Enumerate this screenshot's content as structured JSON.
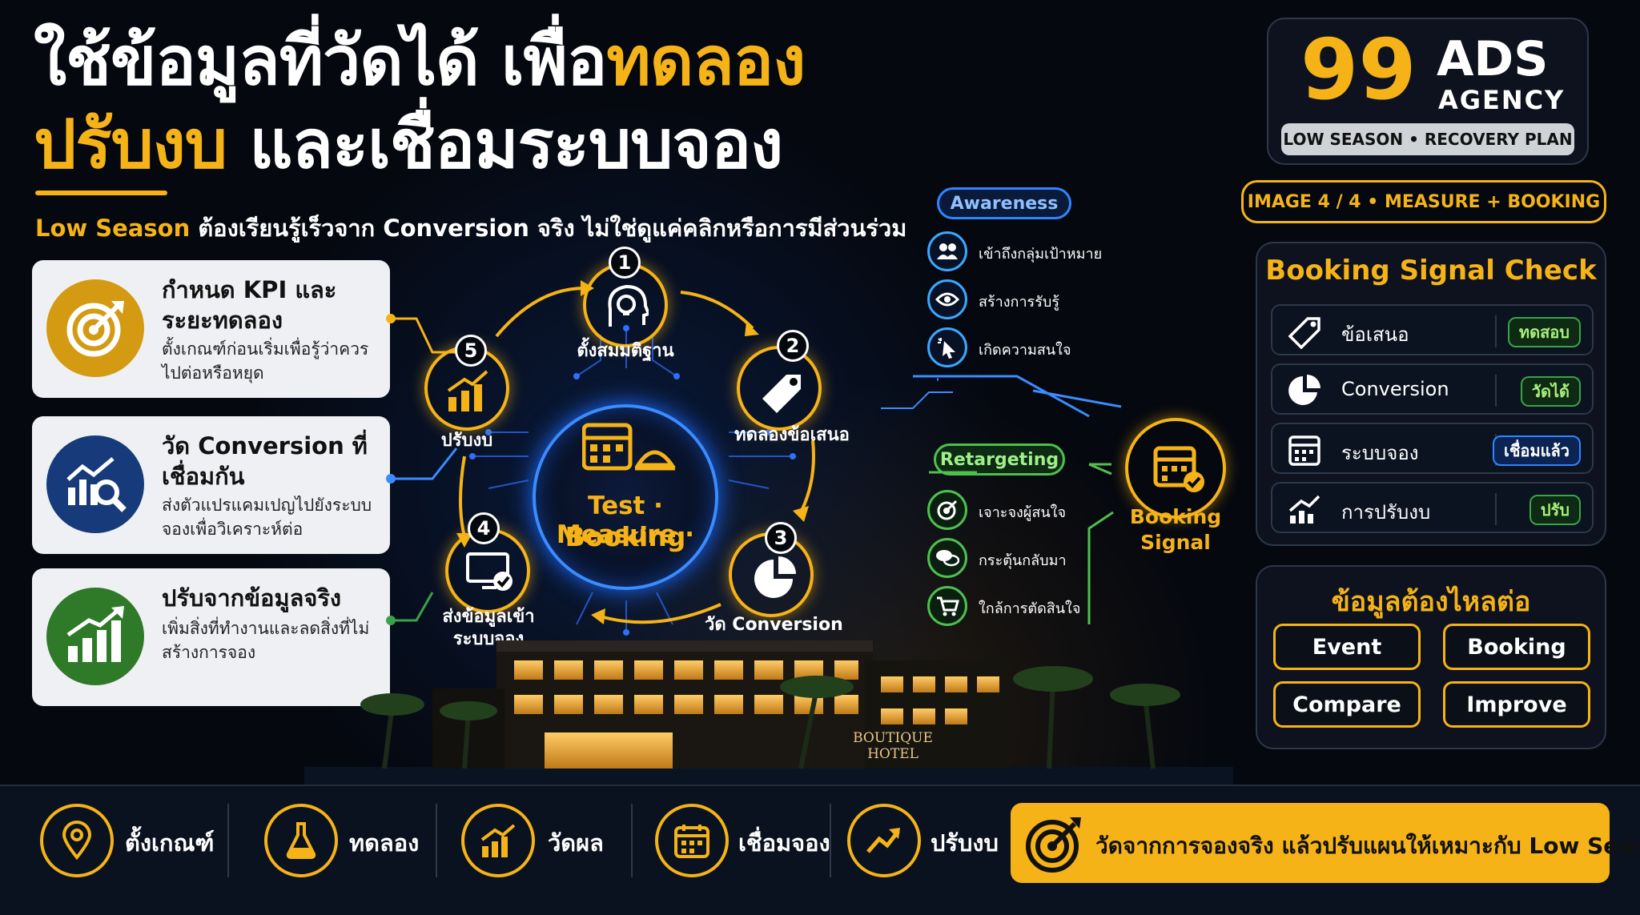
{
  "title": {
    "line1_white": "ใช้ข้อมูลที่วัดได้ เพื่อ",
    "line1_yellow": "ทดลอง",
    "line2_yellow": "ปรับงบ",
    "line2_white": " และเชื่อมระบบจอง"
  },
  "subtitle": {
    "yellow": "Low Season",
    "white": " ต้องเรียนรู้เร็วจาก Conversion จริง ไม่ใช่ดูแค่คลิกหรือการมีส่วนร่วม"
  },
  "cards": [
    {
      "title": "กำหนด KPI และระยะทดลอง",
      "desc": "ตั้งเกณฑ์ก่อนเริ่มเพื่อรู้ว่าควรไปต่อหรือหยุด",
      "icon": "target-icon",
      "color": "#d49a12"
    },
    {
      "title": "วัด Conversion ที่เชื่อมกัน",
      "desc": "ส่งตัวแปรแคมเปญไปยังระบบจองเพื่อวิเคราะห์ต่อ",
      "icon": "analytics-search-icon",
      "color": "#163a7a"
    },
    {
      "title": "ปรับจากข้อมูลจริง",
      "desc": "เพิ่มสิ่งที่ทำงานและลดสิ่งที่ไม่สร้างการจอง",
      "icon": "growth-chart-icon",
      "color": "#2f7a28"
    }
  ],
  "cycle": {
    "center": {
      "line1": "Test · Measure ·",
      "line2": "Booking"
    },
    "nodes": [
      {
        "num": "1",
        "label": "ตั้งสมมติฐาน",
        "icon": "lightbulb-head-icon"
      },
      {
        "num": "2",
        "label": "ทดลองข้อเสนอ",
        "icon": "price-tag-icon"
      },
      {
        "num": "3",
        "label": "วัด Conversion",
        "icon": "pie-chart-icon"
      },
      {
        "num": "4",
        "label1": "ส่งข้อมูลเข้า",
        "label2": "ระบบจอง",
        "icon": "monitor-check-icon"
      },
      {
        "num": "5",
        "label": "ปรับงบ",
        "icon": "bar-chart-icon"
      }
    ]
  },
  "hotel_sign": {
    "line1": "BOUTIQUE",
    "line2": "HOTEL"
  },
  "funnel": {
    "awareness_label": "Awareness",
    "awareness_items": [
      "เข้าถึงกลุ่มเป้าหมาย",
      "สร้างการรับรู้",
      "เกิดความสนใจ"
    ],
    "retargeting_label": "Retargeting",
    "retargeting_items": [
      "เจาะจงผู้สนใจ",
      "กระตุ้นกลับมา",
      "ใกล้การตัดสินใจ"
    ],
    "signal_line1": "Booking",
    "signal_line2": "Signal"
  },
  "brand": {
    "number": "99",
    "name": "ADS",
    "sub": "AGENCY",
    "tagline": "LOW SEASON • RECOVERY PLAN"
  },
  "image_label": "IMAGE 4 / 4 • MEASURE + BOOKING",
  "signal_check": {
    "title": "Booking Signal Check",
    "rows": [
      {
        "label": "ข้อเสนอ",
        "status": "ทดสอบ",
        "icon": "tag-icon",
        "tone": "g"
      },
      {
        "label": "Conversion",
        "status": "วัดได้",
        "icon": "pie-icon",
        "tone": "g"
      },
      {
        "label": "ระบบจอง",
        "status": "เชื่อมแล้ว",
        "icon": "calendar-icon",
        "tone": "b"
      },
      {
        "label": "การปรับงบ",
        "status": "ปรับ",
        "icon": "trend-icon",
        "tone": "g"
      }
    ]
  },
  "data_flow": {
    "title": "ข้อมูลต้องไหลต่อ",
    "items": [
      "Event",
      "Booking",
      "Compare",
      "Improve"
    ]
  },
  "bottom": {
    "items": [
      {
        "label": "ตั้งเกณฑ์",
        "icon": "location-pin-icon"
      },
      {
        "label": "ทดลอง",
        "icon": "flask-icon"
      },
      {
        "label": "วัดผล",
        "icon": "bar-trend-icon"
      },
      {
        "label": "เชื่อมจอง",
        "icon": "calendar-icon"
      },
      {
        "label": "ปรับงบ",
        "icon": "trend-arrow-icon"
      }
    ],
    "cta": "วัดจากการจองจริง แล้วปรับแผนให้เหมาะกับ Low Season"
  }
}
